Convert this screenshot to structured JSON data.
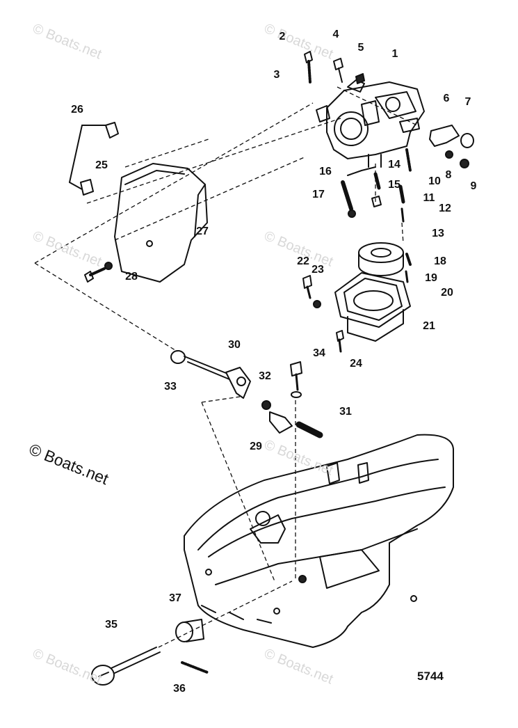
{
  "diagram": {
    "figure_number": "5744",
    "watermark_text": "© Boats.net",
    "watermark_small_text": "© Boats.net",
    "part_numbers": [
      "1",
      "2",
      "3",
      "4",
      "5",
      "6",
      "7",
      "8",
      "9",
      "10",
      "11",
      "12",
      "13",
      "14",
      "15",
      "16",
      "17",
      "18",
      "19",
      "20",
      "21",
      "22",
      "23",
      "24",
      "25",
      "26",
      "27",
      "28",
      "29",
      "30",
      "31",
      "32",
      "33",
      "34",
      "35",
      "36",
      "37"
    ]
  }
}
